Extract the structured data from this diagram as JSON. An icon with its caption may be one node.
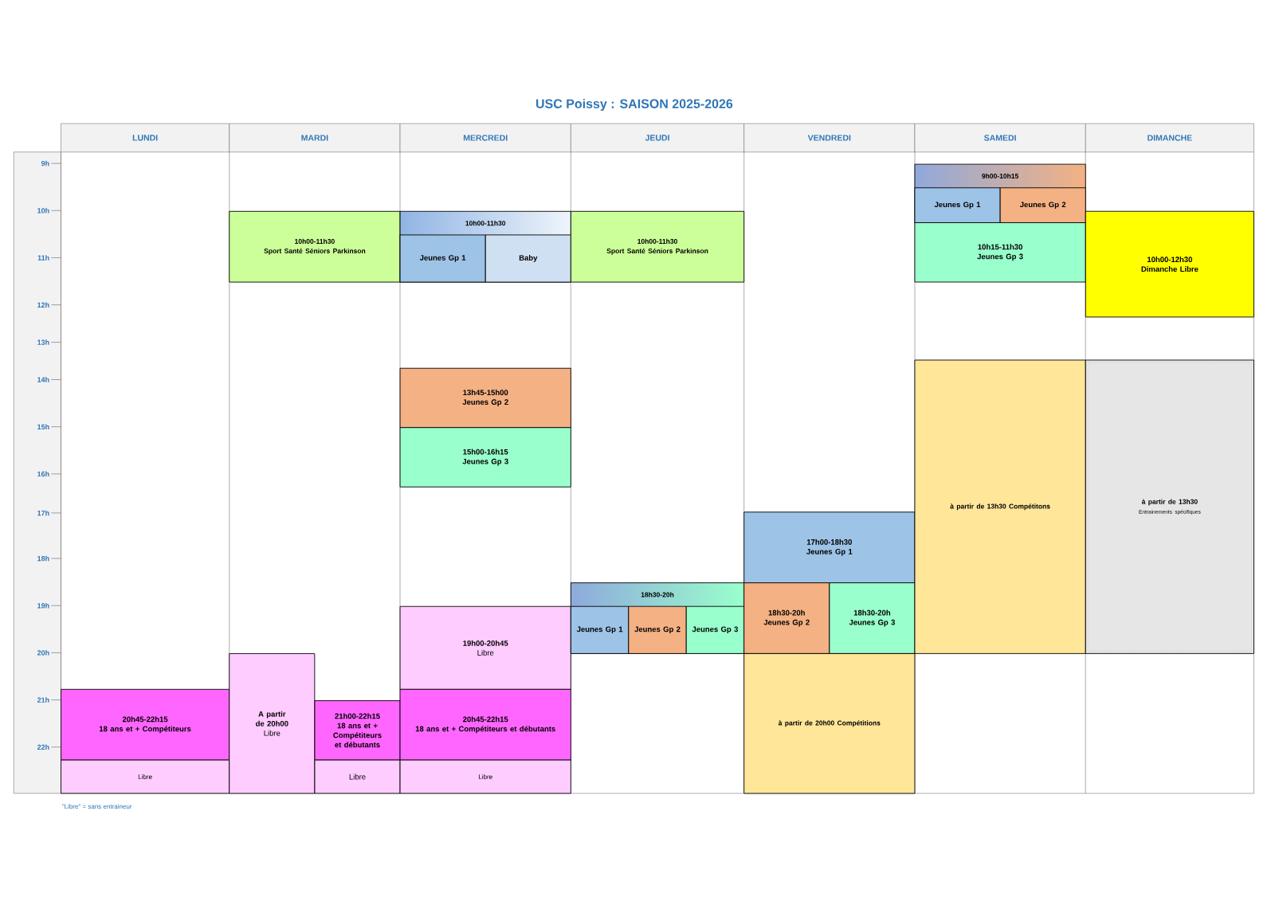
{
  "diagram": {
    "title": "USC Poissy : SAISON 2025-2026",
    "nodes": [
      {
        "text": [
          "LUNDI"
        ]
      },
      {
        "text": [
          "MARDI"
        ]
      },
      {
        "text": [
          "MERCREDI"
        ]
      },
      {
        "text": [
          "JEUDI"
        ]
      },
      {
        "text": [
          "VENDREDI"
        ]
      },
      {
        "text": [
          "SAMEDI"
        ]
      },
      {
        "text": [
          "DIMANCHE"
        ]
      },
      {
        "text": [
          "20h45-22h15",
          "18 ans et + Compétiteurs"
        ]
      },
      {
        "text": [
          "Libre"
        ]
      },
      {
        "text": [
          "10h00-11h30",
          "Sport Santé Séniors Parkinson"
        ]
      },
      {
        "text": [
          "A partir de 20h00",
          "Libre"
        ]
      },
      {
        "text": [
          "21h00-22h15",
          "18 ans et + Compétiteurs et débutants"
        ]
      },
      {
        "text": [
          "Libre"
        ]
      },
      {
        "text": [
          "10h00-11h30"
        ]
      },
      {
        "text": [
          "Jeunes Gp 1"
        ],
        "in": 13
      },
      {
        "text": [
          "Baby"
        ],
        "in": 13
      },
      {
        "text": [
          "13h45-15h00",
          "Jeunes Gp 2"
        ]
      },
      {
        "text": [
          "15h00-16h15",
          "Jeunes Gp 3"
        ]
      },
      {
        "text": [
          "19h00-20h45",
          "Libre"
        ]
      },
      {
        "text": [
          "20h45-22h15",
          "18 ans et + Compétiteurs et débutants"
        ]
      },
      {
        "text": [
          "Libre"
        ]
      },
      {
        "text": [
          "10h00-11h30",
          "Sport Santé Séniors Parkinson"
        ]
      },
      {
        "text": [
          "18h30-20h"
        ]
      },
      {
        "text": [
          "Jeunes Gp 1"
        ],
        "in": 22
      },
      {
        "text": [
          "Jeunes Gp 2"
        ],
        "in": 22
      },
      {
        "text": [
          "Jeunes Gp 3"
        ],
        "in": 22
      },
      {
        "text": [
          "17h00-18h30",
          "Jeunes Gp 1"
        ]
      },
      {
        "text": [
          "18h30-20h",
          "Jeunes Gp 2"
        ]
      },
      {
        "text": [
          "18h30-20h",
          "Jeunes Gp 3"
        ]
      },
      {
        "text": [
          "à partir de 20h00  Compétitions"
        ]
      },
      {
        "text": [
          "9h00-10h15"
        ]
      },
      {
        "text": [
          "Jeunes Gp 1"
        ],
        "in": 30
      },
      {
        "text": [
          "Jeunes Gp 2"
        ],
        "in": 30
      },
      {
        "text": [
          "10h15-11h30",
          "Jeunes Gp 3"
        ]
      },
      {
        "text": [
          "à partir de 13h30  Compétitons"
        ]
      },
      {
        "text": [
          "10h00-12h30",
          "Dimanche Libre"
        ]
      },
      {
        "text": [
          "à partir de 13h30",
          "Entrainements spécifiques"
        ]
      }
    ],
    "labels": [
      "9h",
      "10h",
      "11h",
      "12h",
      "13h",
      "14h",
      "15h",
      "16h",
      "17h",
      "18h",
      "19h",
      "20h",
      "21h",
      "22h",
      "\"Libre\" = sans entraineur"
    ]
  }
}
